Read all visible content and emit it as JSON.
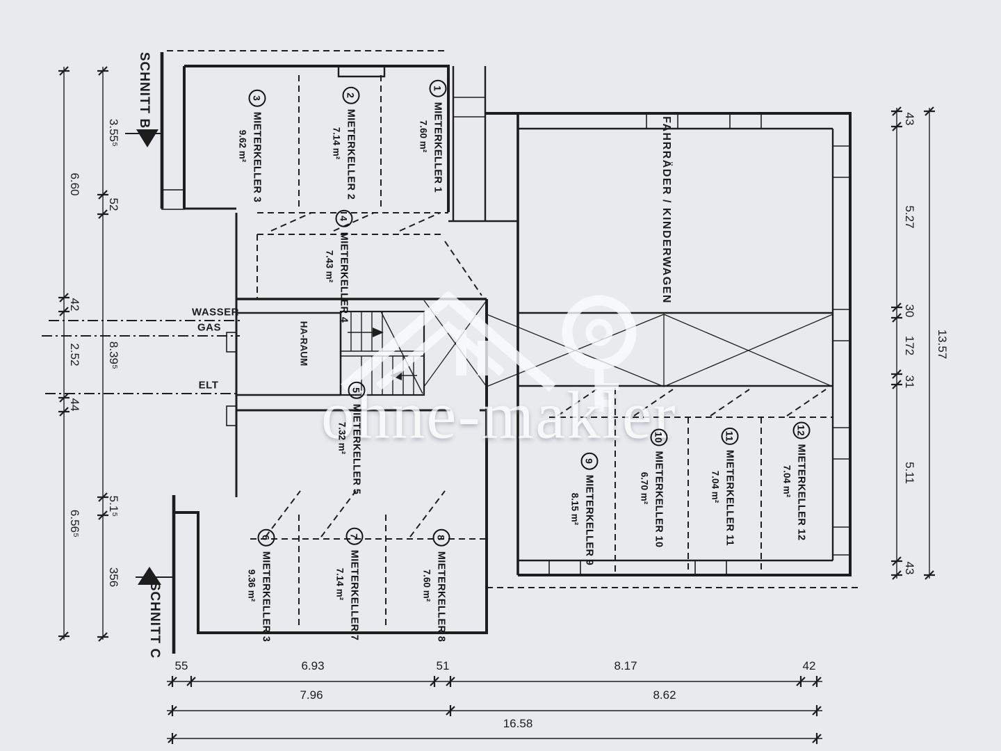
{
  "watermark": {
    "text": "ohne-makler"
  },
  "section_markers": {
    "b": "SCHNITT B",
    "c": "SCHNITT C"
  },
  "utilities": [
    {
      "label": "WASSER"
    },
    {
      "label": "GAS"
    },
    {
      "label": "ELT"
    }
  ],
  "special_rooms": {
    "bike": "FAHRRÄDER / KINDERWAGEN",
    "ha": "HA-RAUM"
  },
  "rooms": [
    {
      "num": "1",
      "name": "MIETERKELLER 1",
      "area": "7.60 m²"
    },
    {
      "num": "2",
      "name": "MIETERKELLER 2",
      "area": "7.14 m²"
    },
    {
      "num": "3",
      "name": "MIETERKELLER 3",
      "area": "9.62 m²"
    },
    {
      "num": "4",
      "name": "MIETERKELLER 4",
      "area": "7.43 m²"
    },
    {
      "num": "5",
      "name": "MIETERKELLER 5",
      "area": "7.32 m²"
    },
    {
      "num": "6",
      "name": "MIETERKELLER 3",
      "area": "9.36 m²"
    },
    {
      "num": "7",
      "name": "MIETERKELLER 7",
      "area": "7.14 m²"
    },
    {
      "num": "8",
      "name": "MIETERKELLER 8",
      "area": "7.60 m²"
    },
    {
      "num": "9",
      "name": "MIETERKELLER 9",
      "area": "8.15 m²"
    },
    {
      "num": "10",
      "name": "MIETERKELLER 10",
      "area": "6.70 m²"
    },
    {
      "num": "11",
      "name": "MIETERKELLER 11",
      "area": "7.04 m²"
    },
    {
      "num": "12",
      "name": "MIETERKELLER 12",
      "area": "7.04 m²"
    }
  ],
  "dims": {
    "left_outer": [
      "6.60",
      "42",
      "2.52",
      "44",
      "6.56⁵"
    ],
    "left_inner": [
      "3.55⁵",
      "52",
      "8.39⁵",
      "5.1⁵",
      "356"
    ],
    "right_inner": [
      "43",
      "5.27",
      "30",
      "172",
      "31",
      "5.11",
      "43"
    ],
    "right_total": "13.57",
    "bottom_row1": [
      "55",
      "6.93",
      "51",
      "8.17",
      "42"
    ],
    "bottom_row2": [
      "7.96",
      "8.62"
    ],
    "bottom_total": "16.58"
  }
}
